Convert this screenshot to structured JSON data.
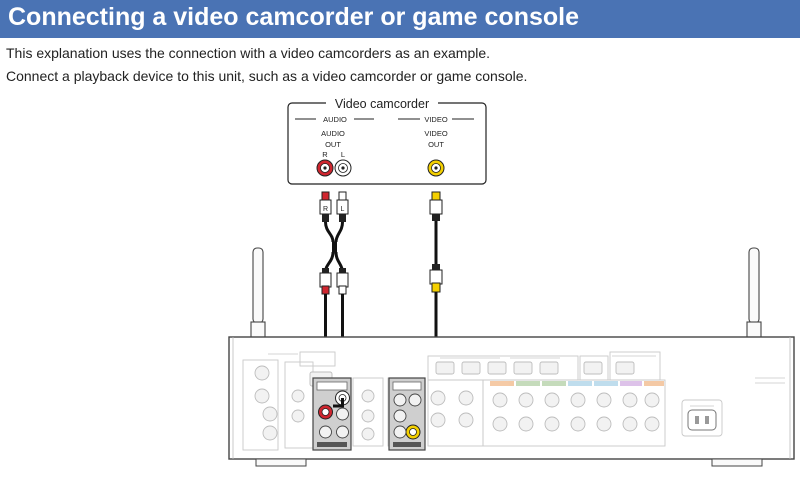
{
  "heading": "Connecting a video camcorder or game console",
  "intro": {
    "line1": "This explanation uses the connection with a video camcorders as an example.",
    "line2": "Connect a playback device to this unit, such as a video camcorder or game console."
  },
  "device": {
    "name": "Video camcorder",
    "audio_group": "AUDIO",
    "video_group": "VIDEO",
    "audio_out_line1": "AUDIO",
    "audio_out_line2": "OUT",
    "video_out_line1": "VIDEO",
    "video_out_line2": "OUT",
    "right_channel": "R",
    "left_channel": "L"
  },
  "plugs": {
    "right": "R",
    "left": "L"
  },
  "colors": {
    "title_bar": "#4a73b4",
    "audio_right": "#d0262f",
    "audio_left": "#ffffff",
    "video": "#f4d000",
    "cable": "#111111"
  }
}
